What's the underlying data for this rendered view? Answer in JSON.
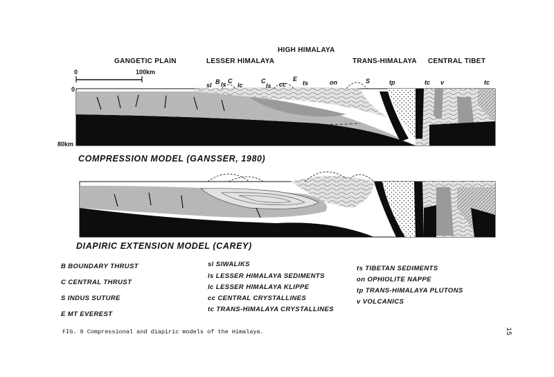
{
  "regions": {
    "high_himalaya": "HIGH HIMALAYA",
    "gangetic_plain": "GANGETIC PLAIN",
    "lesser_himalaya": "LESSER HIMALAYA",
    "trans_himalaya": "TRANS-HIMALAYA",
    "central_tibet": "CENTRAL TIBET"
  },
  "scale": {
    "zero": "0",
    "distance": "100km",
    "depth_top": "0",
    "depth_bottom": "80km"
  },
  "section_tags": [
    "sl",
    "B",
    "ls",
    "C",
    "lc",
    "C",
    "ls",
    "cc",
    "E",
    "ts",
    "on",
    "S",
    "tp",
    "tc",
    "v",
    "tc"
  ],
  "titles": {
    "compression": "COMPRESSION MODEL (GANSSER, 1980)",
    "extension": "DIAPIRIC EXTENSION MODEL (CAREY)"
  },
  "legend": {
    "col1": [
      "B  BOUNDARY THRUST",
      "C  CENTRAL THRUST",
      "S  INDUS SUTURE",
      "E  MT EVEREST"
    ],
    "col2": [
      "sl  SIWALIKS",
      "ls  LESSER HIMALAYA SEDIMENTS",
      "lc  LESSER HIMALAYA KLIPPE",
      "cc  CENTRAL CRYSTALLINES",
      "tc  TRANS-HIMALAYA CRYSTALLINES"
    ],
    "col3": [
      "ts  TIBETAN SEDIMENTS",
      "on  OPHIOLITE NAPPE",
      "tp  TRANS-HIMALAYA PLUTONS",
      "v  VOLCANICS"
    ]
  },
  "caption": "FIG. 8 Compressional and diapiric models of the Himalaya.",
  "page_number": "15"
}
